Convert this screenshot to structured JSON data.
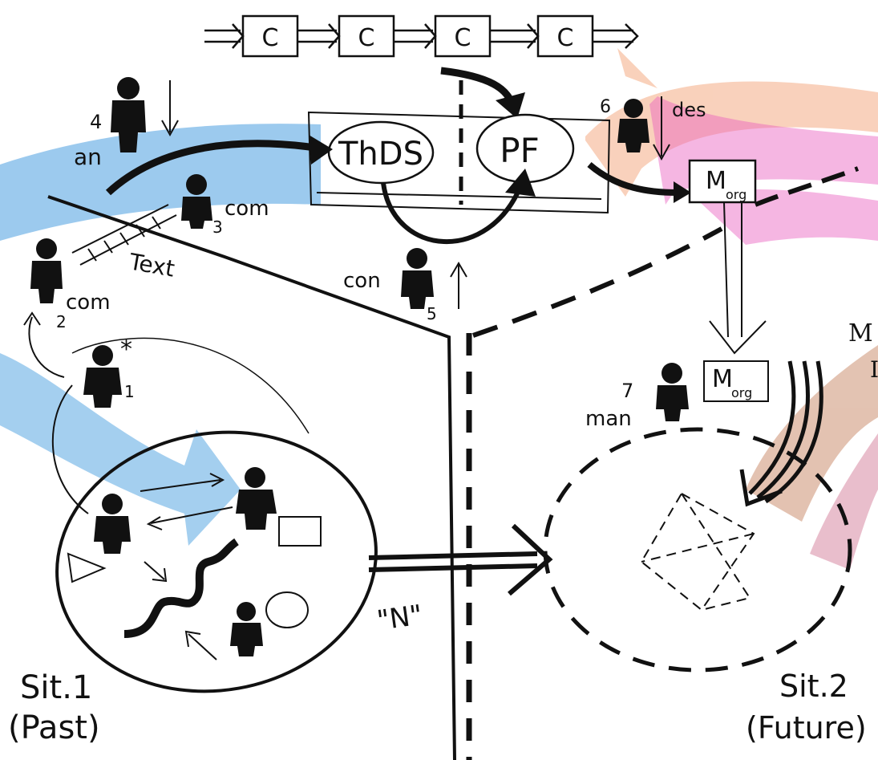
{
  "chain": {
    "cells": [
      "C",
      "C",
      "C",
      "C"
    ]
  },
  "nodes": {
    "thds": "ThDS",
    "pf": "PF",
    "m_org_top": "M",
    "m_org_top_sub": "org",
    "m_org_bottom": "M",
    "m_org_bottom_sub": "org"
  },
  "roles": {
    "r1": {
      "num": "1",
      "mark": "*"
    },
    "r2": {
      "num": "2",
      "label": "com"
    },
    "r3": {
      "num": "3",
      "label": "com"
    },
    "r4": {
      "num": "4",
      "label": "an"
    },
    "r5": {
      "num": "5",
      "label": "con"
    },
    "r6": {
      "num": "6",
      "label": "des"
    },
    "r7": {
      "num": "7",
      "label": "man"
    }
  },
  "text_label": "Text",
  "edge_label": "\"N\"",
  "situations": {
    "past_line1": "Sit.1",
    "past_line2": "(Past)",
    "future_line1": "Sit.2",
    "future_line2": "(Future)"
  },
  "cropped_letters": [
    "M",
    "I"
  ],
  "colors": {
    "blue": "#5aa7e0",
    "orange": "#f2a073",
    "pink": "#ec6fc8",
    "brown": "#b5734a",
    "ink": "#111111"
  }
}
